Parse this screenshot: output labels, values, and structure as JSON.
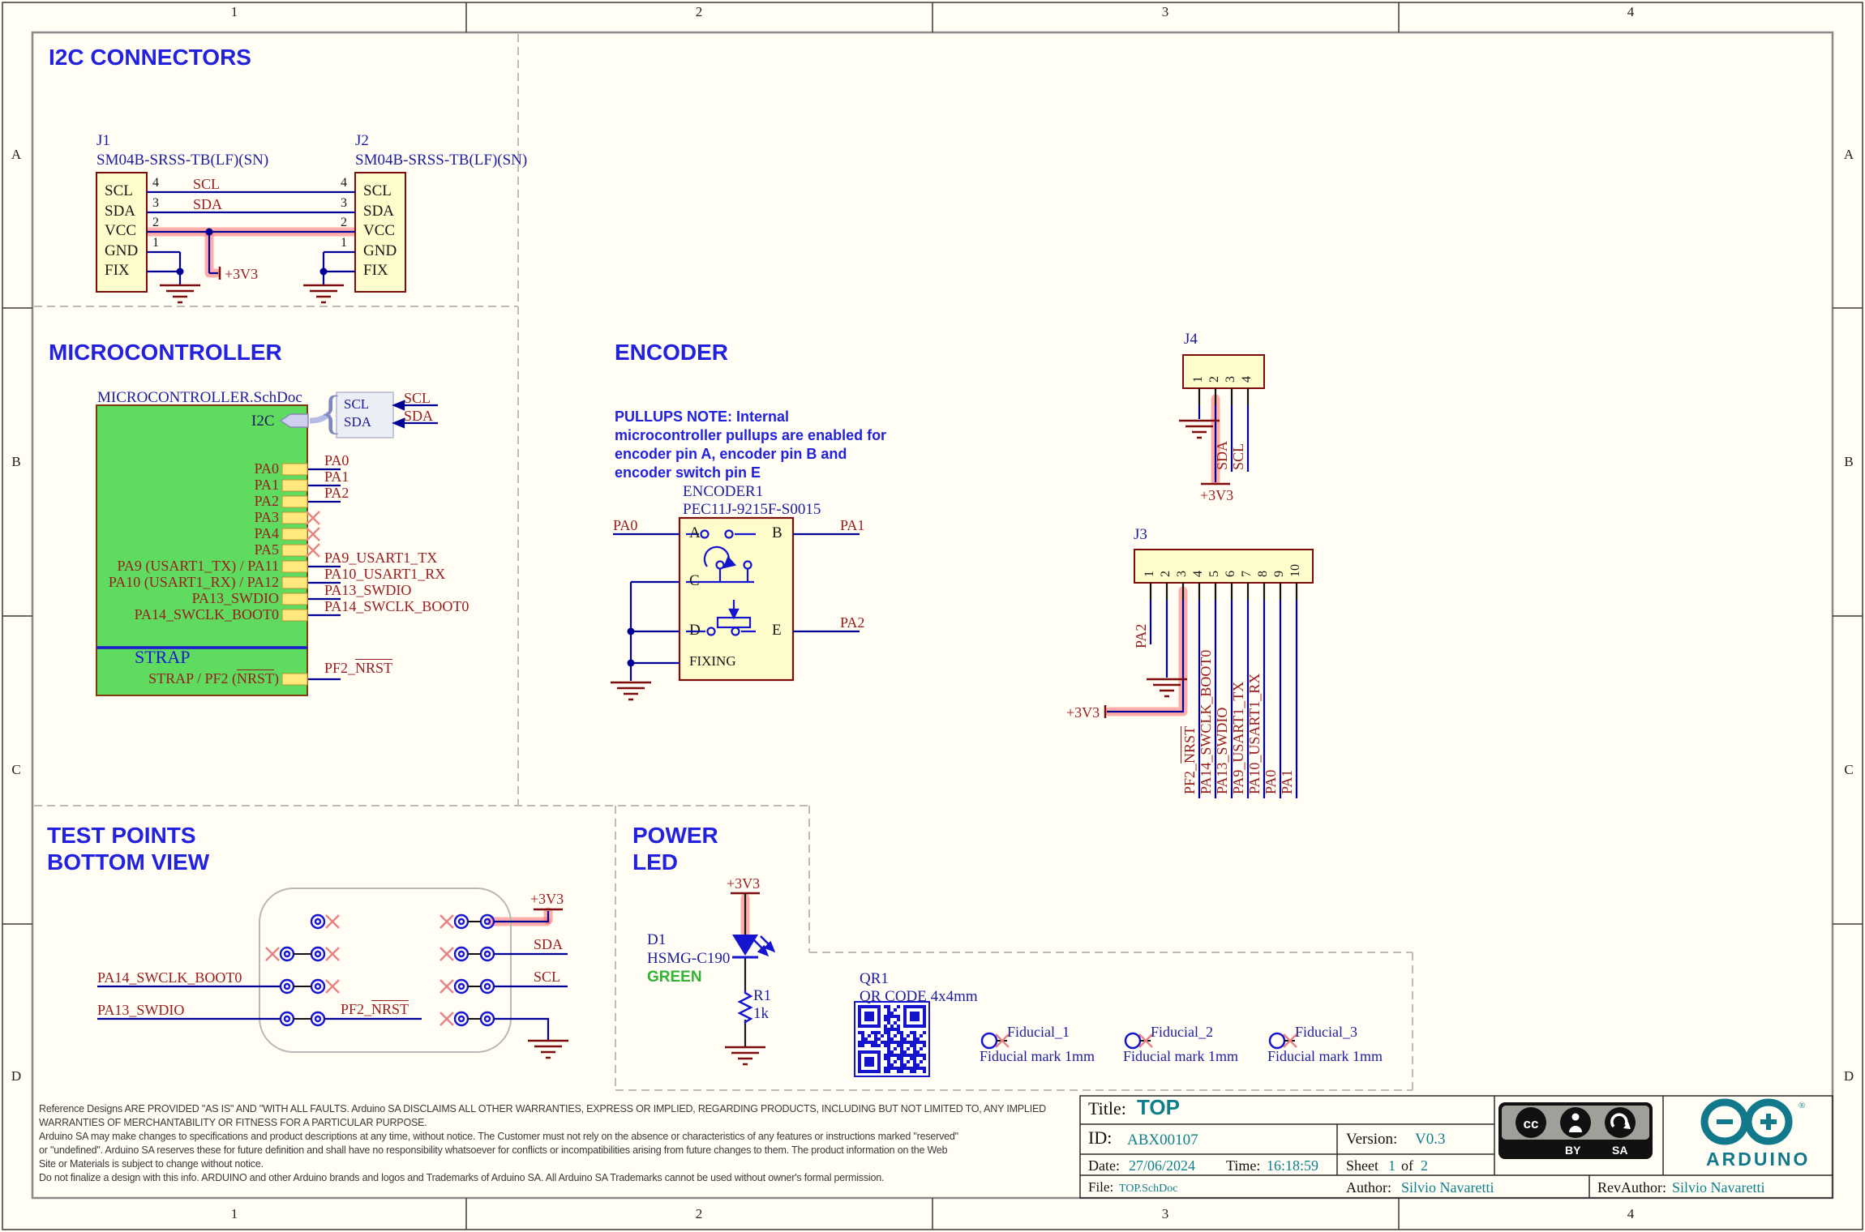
{
  "border": {
    "columns": [
      "1",
      "2",
      "3",
      "4"
    ],
    "rows": [
      "A",
      "B",
      "C",
      "D"
    ]
  },
  "i2c_section": {
    "title": "I2C CONNECTORS",
    "j1": {
      "ref": "J1",
      "part": "SM04B-SRSS-TB(LF)(SN)",
      "pins": [
        "SCL",
        "SDA",
        "VCC",
        "GND",
        "FIX"
      ],
      "numbers": [
        "4",
        "3",
        "2",
        "1"
      ]
    },
    "j2": {
      "ref": "J2",
      "part": "SM04B-SRSS-TB(LF)(SN)",
      "pins": [
        "SCL",
        "SDA",
        "VCC",
        "GND",
        "FIX"
      ],
      "numbers": [
        "4",
        "3",
        "2",
        "1"
      ]
    },
    "net_scl": "SCL",
    "net_sda": "SDA",
    "net_3v3": "+3V3"
  },
  "micro_section": {
    "title": "MICROCONTROLLER",
    "schdoc": "MICROCONTROLLER.SchDoc",
    "port": "I2C",
    "harness": {
      "scl": "SCL",
      "sda": "SDA"
    },
    "harness_nets": {
      "scl": "SCL",
      "sda": "SDA"
    },
    "pins": [
      "PA0",
      "PA1",
      "PA2",
      "PA3",
      "PA4",
      "PA5",
      "PA9 (USART1_TX) / PA11",
      "PA10 (USART1_RX) / PA12",
      "PA13_SWDIO",
      "PA14_SWCLK_BOOT0"
    ],
    "nets": {
      "pa0": "PA0",
      "pa1": "PA1",
      "pa2": "PA2",
      "pa9": "PA9_USART1_TX",
      "pa10": "PA10_USART1_RX",
      "pa13": "PA13_SWDIO",
      "pa14": "PA14_SWCLK_BOOT0"
    },
    "strap_title": "STRAP",
    "strap_pin_prefix": "STRAP / PF2 (",
    "strap_pin_nrst": "NRST",
    "strap_pin_suffix": ")",
    "net_pf2_prefix": "PF2_",
    "net_pf2_nrst": "NRST"
  },
  "encoder_section": {
    "title": "ENCODER",
    "note_lines": [
      "PULLUPS NOTE: Internal",
      "microcontroller pullups are enabled for",
      "encoder pin A, encoder pin B and",
      "encoder switch pin E"
    ],
    "ref": "ENCODER1",
    "part": "PEC11J-9215F-S0015",
    "pins": {
      "a": "A",
      "b": "B",
      "c": "C",
      "d": "D",
      "e": "E",
      "fixing": "FIXING"
    },
    "nets": {
      "pa0": "PA0",
      "pa1": "PA1",
      "pa2": "PA2"
    }
  },
  "j4": {
    "ref": "J4",
    "numbers": [
      "1",
      "2",
      "3",
      "4"
    ],
    "net_sda": "SDA",
    "net_scl": "SCL",
    "net_3v3": "+3V3"
  },
  "j3": {
    "ref": "J3",
    "numbers": [
      "1",
      "2",
      "3",
      "4",
      "5",
      "6",
      "7",
      "8",
      "9",
      "10"
    ],
    "net_pa2": "PA2",
    "net_3v3": "+3V3",
    "vnets": {
      "pf2_prefix": "PF2_",
      "pf2_nrst": "NRST",
      "pa14": "PA14_SWCLK_BOOT0",
      "pa13": "PA13_SWDIO",
      "pa9": "PA9_USART1_TX",
      "pa10": "PA10_USART1_RX",
      "pa0": "PA0",
      "pa1": "PA1"
    }
  },
  "testpoints_section": {
    "title1": "TEST POINTS",
    "title2": "BOTTOM VIEW",
    "net_3v3": "+3V3",
    "net_sda": "SDA",
    "net_scl": "SCL",
    "net_pa14": "PA14_SWCLK_BOOT0",
    "net_pa13": "PA13_SWDIO",
    "net_pf2_prefix": "PF2_",
    "net_pf2_nrst": "NRST"
  },
  "powerled_section": {
    "title1": "POWER",
    "title2": "LED",
    "net_3v3": "+3V3",
    "d_ref": "D1",
    "d_part": "HSMG-C190",
    "d_color": "GREEN",
    "r_ref": "R1",
    "r_value": "1k"
  },
  "qr": {
    "ref": "QR1",
    "desc": "QR CODE 4x4mm"
  },
  "fiducials": [
    {
      "name": "Fiducial_1",
      "desc": "Fiducial mark 1mm"
    },
    {
      "name": "Fiducial_2",
      "desc": "Fiducial mark 1mm"
    },
    {
      "name": "Fiducial_3",
      "desc": "Fiducial mark 1mm"
    }
  ],
  "titleblock": {
    "title_label": "Title:",
    "title": "TOP",
    "id_label": "ID:",
    "id": "ABX00107",
    "version_label": "Version:",
    "version": "V0.3",
    "date_label": "Date:",
    "date": "27/06/2024",
    "time_label": "Time:",
    "time": "16:18:59",
    "sheet_label": "Sheet",
    "sheet_num": "1",
    "sheet_of": "of",
    "sheet_total": "2",
    "file_label": "File:",
    "file": "TOP.SchDoc",
    "author_label": "Author:",
    "author": "Silvio Navaretti",
    "revauthor_label": "RevAuthor:",
    "revauthor": "Silvio Navaretti",
    "cc_by": "BY",
    "cc_sa": "SA",
    "arduino": "ARDUINO",
    "reg": "®"
  },
  "disclaimer": {
    "lines": [
      "Reference Designs ARE PROVIDED \"AS IS\" AND \"WITH ALL FAULTS. Arduino SA DISCLAIMS ALL OTHER WARRANTIES, EXPRESS OR IMPLIED, REGARDING PRODUCTS, INCLUDING BUT NOT LIMITED TO, ANY IMPLIED",
      "WARRANTIES OF MERCHANTABILITY OR FITNESS FOR A PARTICULAR PURPOSE.",
      "Arduino SA may make changes to specifications and product descriptions at any time, without notice. The Customer must not rely on the absence or characteristics of any features or instructions marked \"reserved\"",
      "or \"undefined\". Arduino SA reserves these for future definition and shall have no responsibility whatsoever for conflicts or incompatibilities arising from future changes to them. The product information on the Web",
      "Site or Materials is subject to change without notice.",
      "Do not finalize a design with this info. ARDUINO and other Arduino brands and logos and Trademarks of Arduino SA. All Arduino SA Trademarks cannot be used without owner's formal permission."
    ]
  },
  "colors": {
    "accent_blue": "#2121df",
    "net_red": "#991c1c",
    "wire_blue": "#000096",
    "symbol_red": "#7d0d0d",
    "teal": "#0e7f8d",
    "highlight_pink": "#ff6e6e",
    "sheet_green": "#5fdc5f",
    "component_fill": "#fffccb",
    "pin_yellow": "#ffe87d"
  }
}
